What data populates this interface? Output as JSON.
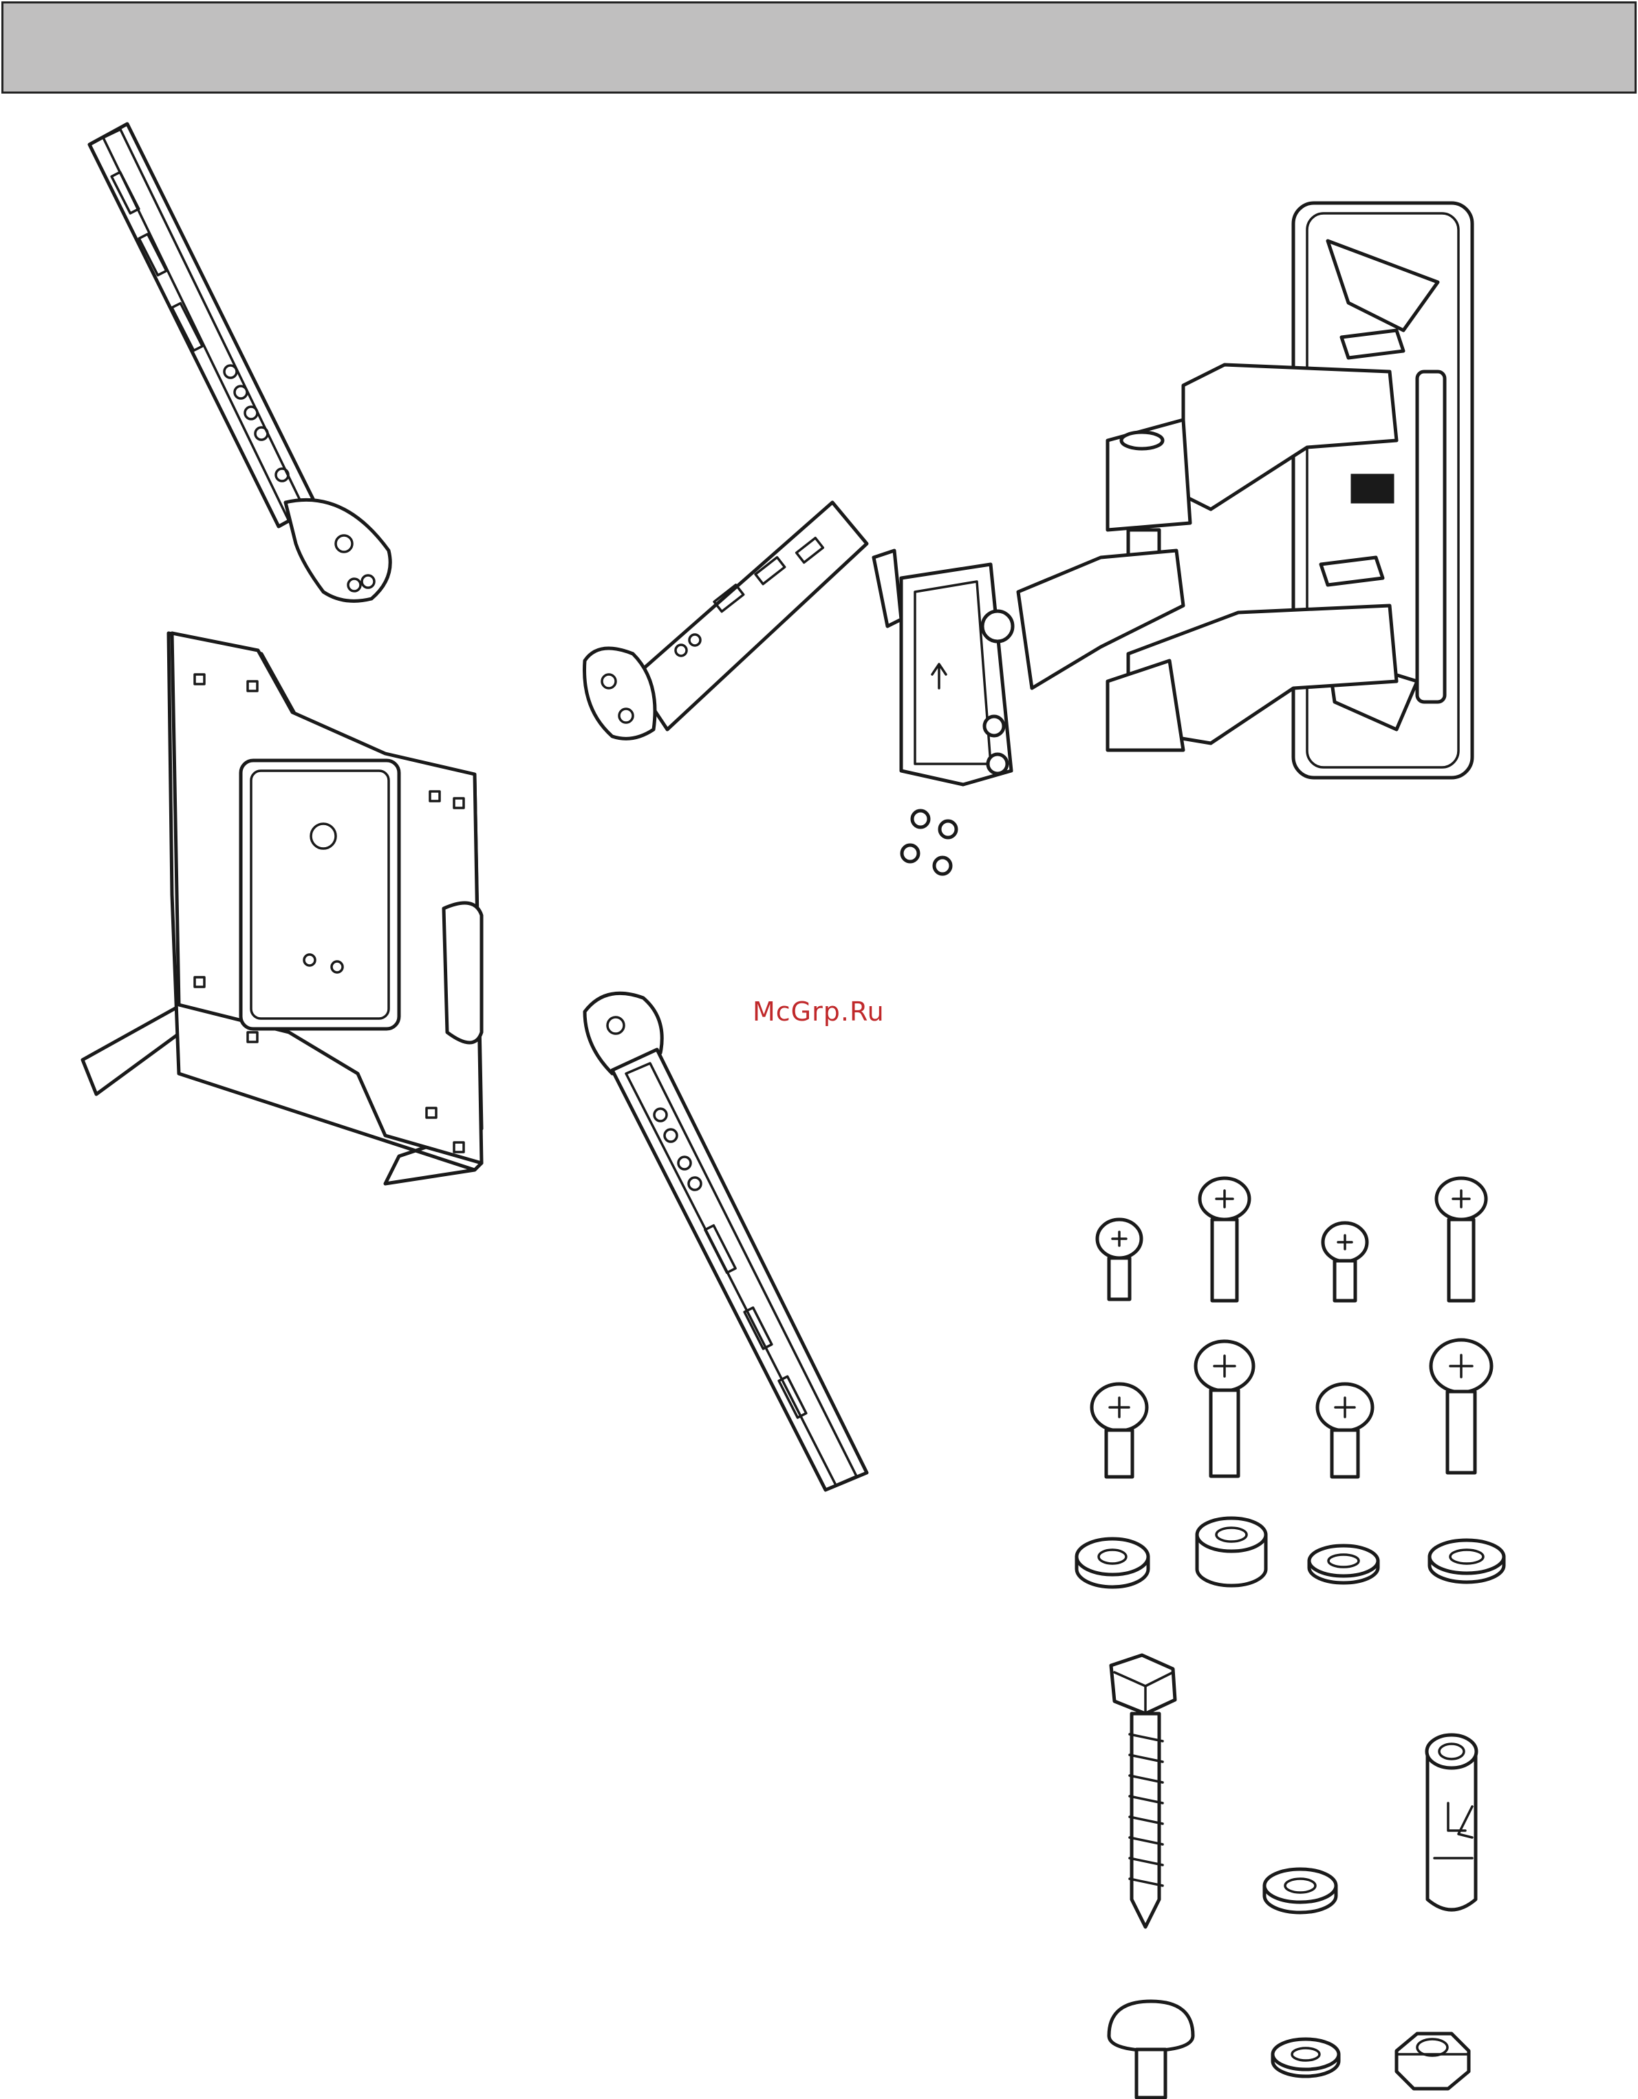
{
  "header": {
    "title": ""
  },
  "watermark": {
    "text": "McGrp.Ru",
    "color": "#c0282a"
  },
  "colors": {
    "header_fill": "#c0bfbf",
    "line": "#1a1a1a"
  },
  "icons": {
    "bracket_upper": "vertical-bracket-arm",
    "bracket_lower": "vertical-bracket-arm",
    "adapter_plate": "vesa-adapter-plate",
    "arm_assembly": "articulating-arm-assembly",
    "small_nuts": "nut-set",
    "screws": "phillips-screw",
    "spacers": "spacer-washer",
    "lag_bolt": "lag-bolt",
    "wall_anchor": "wall-anchor",
    "carriage_bolt": "carriage-bolt",
    "hex_nut": "hex-nut"
  }
}
